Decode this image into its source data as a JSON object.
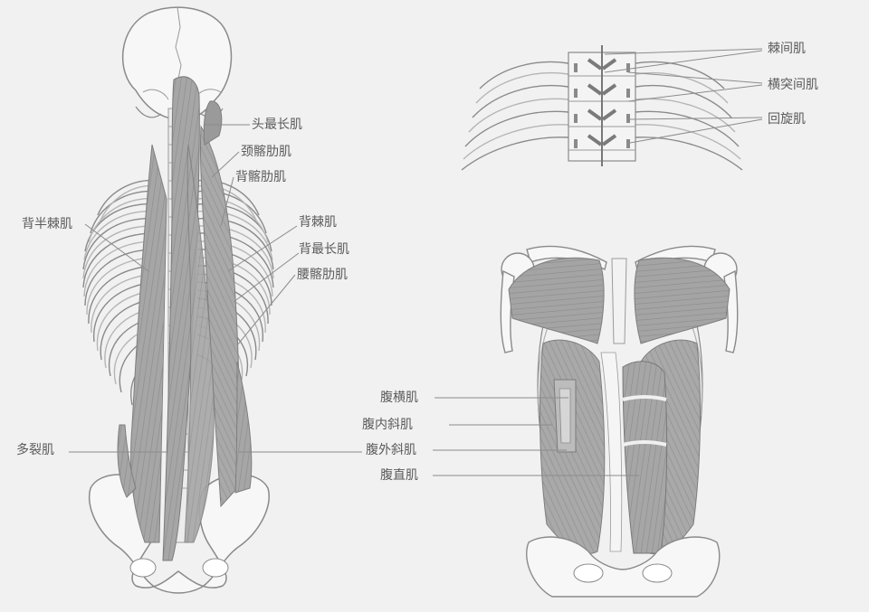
{
  "back_view": {
    "labels": {
      "longissimus_capitis": "头最长肌",
      "iliocostalis_cervicis": "颈髂肋肌",
      "iliocostalis_thoracis": "背髂肋肌",
      "semispinalis_thoracis": "背半棘肌",
      "spinalis_thoracis": "背棘肌",
      "longissimus_thoracis": "背最长肌",
      "iliocostalis_lumborum": "腰髂肋肌",
      "multifidus": "多裂肌"
    }
  },
  "spine_detail": {
    "labels": {
      "interspinales": "棘间肌",
      "intertransversarii": "横突间肌",
      "rotatores": "回旋肌"
    }
  },
  "front_view": {
    "labels": {
      "transversus_abdominis": "腹横肌",
      "internal_oblique": "腹内斜肌",
      "external_oblique": "腹外斜肌",
      "rectus_abdominis": "腹直肌"
    }
  },
  "colors": {
    "background": "#f1f1f1",
    "bone_fill": "#f7f7f7",
    "bone_stroke": "#8a8a8a",
    "muscle_fill": "#a8a8a8",
    "muscle_dark": "#858585",
    "leader_line": "#8c8c8c",
    "label_text": "#5a5a5a"
  }
}
